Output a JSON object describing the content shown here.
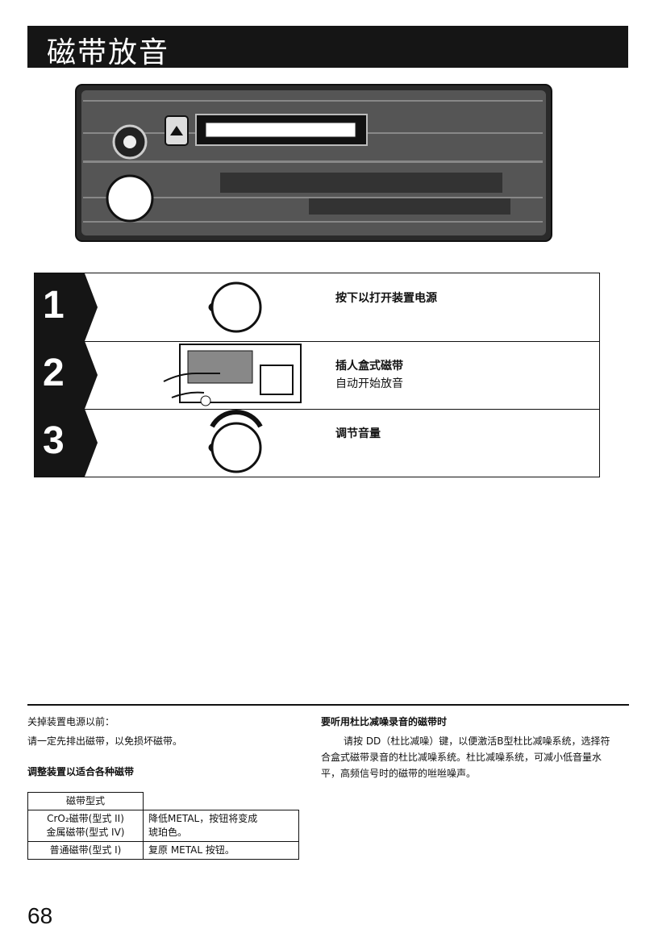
{
  "page": {
    "title": "磁带放音",
    "page_number": "68"
  },
  "steps": [
    {
      "number": "1",
      "text": "按下以打开装置电源",
      "sub": ""
    },
    {
      "number": "2",
      "text": "插人盒式磁带",
      "sub": "自动开始放音"
    },
    {
      "number": "3",
      "text": "调节音量",
      "sub": ""
    }
  ],
  "left_column": {
    "heading1": "关掉装置电源以前：",
    "text1": "请一定先排出磁带，以免损坏磁带。",
    "heading2": "调整装置以适合各种磁带"
  },
  "table": {
    "header": "磁带型式",
    "row1_col1_line1": "CrO₂磁带(型式 II)",
    "row1_col1_line2": "金属磁带(型式 IV)",
    "row1_col2_line1": "降低METAL，按钮将变成",
    "row1_col2_line2": "琥珀色。",
    "row2_col1": "普通磁带(型式 I)",
    "row2_col2": "复原 METAL 按钮。"
  },
  "right_column": {
    "heading": "要听用杜比减噪录音的磁带时",
    "text": "请按 DD（杜比减噪）键，以便激活B型杜比减噪系统，选择符合盒式磁带录音的杜比减噪系统。杜比减噪系统，可减小低音量水平，高频信号时的磁带的咝咝噪声。"
  }
}
